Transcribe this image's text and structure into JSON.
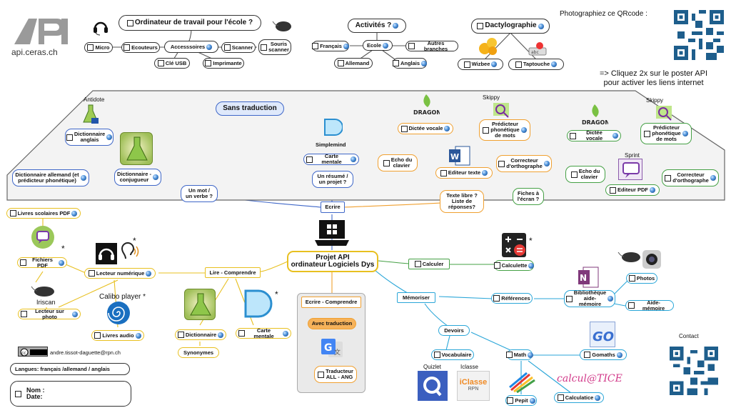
{
  "logo": {
    "text": "API",
    "site": "api.ceras.ch"
  },
  "top": {
    "photo_text": "Photographiez ce QRcode :",
    "click_text": "=> Cliquez 2x sur le poster API\npour activer les liens internet",
    "computer": {
      "title": "Ordinateur de travail pour l'école ?",
      "accessories": "Accesssoires",
      "micro": "Micro",
      "ecouteurs": "Ecouteurs",
      "scanner": "Scanner",
      "souris": "Souris\nscanner",
      "cle": "Clé USB",
      "imprimante": "Imprimante"
    },
    "activities": {
      "title": "Activités ?",
      "ecole": "Ecole",
      "francais": "Français",
      "autres": "Autres branches",
      "allemand": "Allemand",
      "anglais": "Anglais"
    },
    "dactylo": {
      "title": "Dactylographie",
      "wizbee": "Wizbee",
      "taptouche": "Taptouche"
    }
  },
  "banner": {
    "title": "Sans traduction",
    "antidote": "Antidote",
    "dict_anglais": "Dictionnaire\nanglais",
    "dict_allemand": "Dictionnaire allemand (et\nprédicteur phonétique)",
    "dict_conj": "Dictionnaire -\nconjugueur",
    "mot_verbe": "Un mot /\nun verbe ?",
    "simplemind": "Simplemind",
    "carte_mentale": "Carte mentale",
    "resume": "Un résumé /\nun projet ?",
    "ecrire": "Ecrire",
    "texte_libre": "Texte libre ?\nListe de\nréponses?",
    "fiches": "Fiches à\nl'écran ?",
    "dragon1": "DRAGON",
    "skippy1": "Skippy",
    "dictee1": "Dictée vocale",
    "predicteur1": "Prédicteur\nphonétique\nde mots",
    "echo1": "Echo du\nclavier",
    "correcteur1": "Correcteur\nd'orthographe",
    "editeur_texte": "Editeur texte",
    "dragon2": "DRAGON",
    "skippy2": "Skippy",
    "sprint": "Sprint",
    "dictee2": "Dictée vocale",
    "predicteur2": "Prédicteur\nphonétique\nde mots",
    "echo2": "Echo du\nclavier",
    "correcteur2": "Correcteur\nd'orthographe",
    "editeur_pdf": "Editeur PDF"
  },
  "center": {
    "title": "Projet API\nordinateur Logiciels Dys"
  },
  "left": {
    "livres_scolaires": "Livres scolaires PDF",
    "fichiers_pdf": "Fichiers PDF",
    "lecteur_numerique": "Lecteur numérique",
    "lire_comprendre": "Lire - Comprendre",
    "iriscan": "Iriscan",
    "lecteur_photo": "Lecteur sur photo",
    "calibo": "Calibo player *",
    "livres_audio": "Livres audio",
    "dictionnaire": "Dictionnaire",
    "synonymes": "Synonymes",
    "carte_mentale": "Carte mentale",
    "star": "*"
  },
  "middle": {
    "ecrire_comprendre": "Ecrire - Comprendre",
    "avec_traduction": "Avec traduction",
    "traducteur": "Traducteur\nALL - ANG"
  },
  "right": {
    "calculer": "Calculer",
    "calculette": "Calculette",
    "memoriser": "Mémoriser",
    "references": "Références",
    "bibliotheque": "Bibliothèque\naide-mémoire",
    "photos": "Photos",
    "aide_memoire": "Aide-mémoire",
    "devoirs": "Devoirs",
    "vocabulaire": "Vocabulaire",
    "math": "Math",
    "gomaths": "Gomaths",
    "quizlet": "Quizlet",
    "iclasse_label": "Iclasse",
    "iclasse_logo": "iClasse",
    "rpn": "RPN",
    "pepit": "Pepit",
    "calculatice": "Calculatice",
    "calcul_logo": "calcul@TICE"
  },
  "bottom": {
    "author": "andre.tissot-daguette@rpn.ch",
    "langues": "Langues: français /allemand / anglais",
    "nom": "Nom :",
    "date": "Date:",
    "contact": "Contact"
  },
  "colors": {
    "blue": "#3f67c8",
    "orange": "#f0a030",
    "green": "#45a045",
    "yellow": "#e8c020",
    "cyan": "#2aa6d8"
  }
}
